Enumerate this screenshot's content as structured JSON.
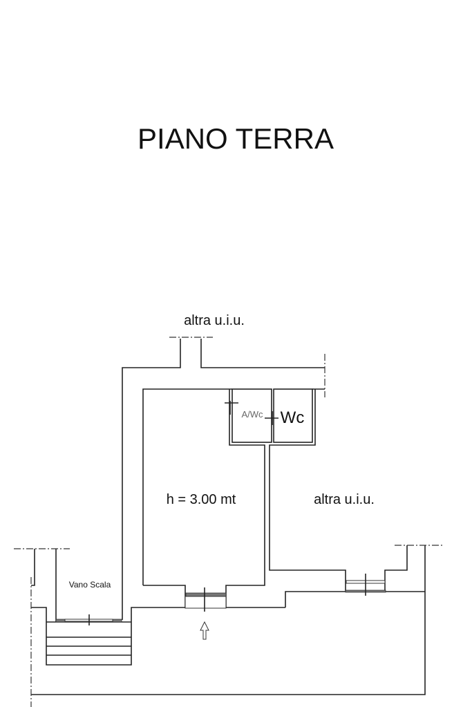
{
  "title": "PIANO TERRA",
  "labels": {
    "top_unit": "altra u.i.u.",
    "right_unit": "altra u.i.u.",
    "height": "h = 3.00 mt",
    "stair": "Vano Scala",
    "antibagno": "A/Wc",
    "wc": "Wc"
  }
}
